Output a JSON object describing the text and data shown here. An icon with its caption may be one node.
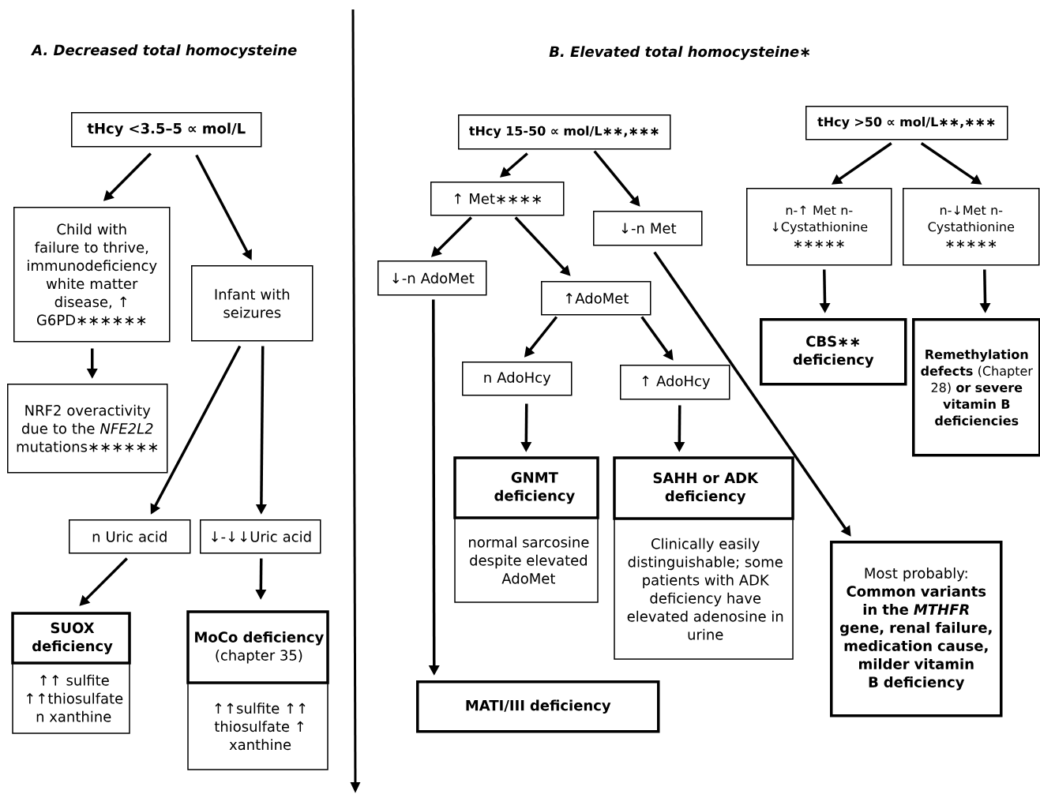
{
  "diagram": {
    "nodes": [
      {
        "text": [
          "tHcy <3.5–5 ∝ mol/L"
        ]
      },
      {
        "text": [
          "Child with failure to thrive, immunodeficiency white matter disease, ↑ G6PD∗∗∗∗∗∗"
        ]
      },
      {
        "text": [
          "Infant with seizures"
        ]
      },
      {
        "text": [
          "NRF2 overactivity due to the *NFE2L2* mutations∗∗∗∗∗∗"
        ]
      },
      {
        "text": [
          "n Uric acid"
        ]
      },
      {
        "text": [
          "↓-↓↓Uric acid"
        ]
      },
      {
        "text": [
          "SUOX deficiency",
          "↑↑ sulfite ↑↑thiosulfate n xanthine"
        ]
      },
      {
        "text": [
          "**MoCo deficiency** (chapter 35)",
          "↑↑sulfite ↑↑ thiosulfate ↑ xanthine"
        ]
      },
      {
        "text": [
          "tHcy 15-50 ∝ mol/L∗∗,∗∗∗"
        ]
      },
      {
        "text": [
          "tHcy >50 ∝ mol/L∗∗,∗∗∗"
        ]
      },
      {
        "text": [
          "↑ Met∗∗∗∗"
        ]
      },
      {
        "text": [
          "↓-n Met"
        ]
      },
      {
        "text": [
          "n-↑ Met n-↓Cystathionine ∗∗∗∗∗"
        ]
      },
      {
        "text": [
          "n-↓Met n-Cystathionine ∗∗∗∗∗"
        ]
      },
      {
        "text": [
          "↓-n AdoMet"
        ]
      },
      {
        "text": [
          "↑AdoMet"
        ]
      },
      {
        "text": [
          "CBS∗∗ deficiency"
        ]
      },
      {
        "text": [
          "**Remethylation defects** (Chapter 28) **or severe vitamin B deficiencies**"
        ]
      },
      {
        "text": [
          "n AdoHcy"
        ]
      },
      {
        "text": [
          "↑ AdoHcy"
        ]
      },
      {
        "text": [
          "GNMT deficiency",
          "normal sarcosine despite elevated AdoMet"
        ]
      },
      {
        "text": [
          "SAHH or ADK deficiency",
          "Clinically easily distinguishable; some patients with ADK deficiency have elevated adenosine in urine"
        ]
      },
      {
        "text": [
          "Most probably:",
          "Common variants in the *MTHFR* gene, renal failure, medication cause, milder vitamin B deficiency"
        ]
      },
      {
        "text": [
          "MATI/III deficiency"
        ]
      }
    ],
    "edges": [
      {
        "from": 0,
        "to": 1,
        "arrow": "to"
      },
      {
        "from": 0,
        "to": 2,
        "arrow": "to"
      },
      {
        "from": 1,
        "to": 3,
        "arrow": "to"
      },
      {
        "from": 2,
        "to": 4,
        "arrow": "to"
      },
      {
        "from": 2,
        "to": 5,
        "arrow": "to"
      },
      {
        "from": 4,
        "to": 6,
        "arrow": "to"
      },
      {
        "from": 5,
        "to": 7,
        "arrow": "to"
      },
      {
        "from": 8,
        "to": 10,
        "arrow": "to"
      },
      {
        "from": 8,
        "to": 11,
        "arrow": "to"
      },
      {
        "from": 10,
        "to": 14,
        "arrow": "to"
      },
      {
        "from": 10,
        "to": 15,
        "arrow": "to"
      },
      {
        "from": 11,
        "to": 22,
        "arrow": "to"
      },
      {
        "from": 14,
        "to": 23,
        "arrow": "to"
      },
      {
        "from": 15,
        "to": 18,
        "arrow": "to"
      },
      {
        "from": 15,
        "to": 19,
        "arrow": "to"
      },
      {
        "from": 18,
        "to": 20,
        "arrow": "to"
      },
      {
        "from": 19,
        "to": 21,
        "arrow": "to"
      },
      {
        "from": 9,
        "to": 12,
        "arrow": "to"
      },
      {
        "from": 9,
        "to": 13,
        "arrow": "to"
      },
      {
        "from": 12,
        "to": 16,
        "arrow": "to"
      },
      {
        "from": 13,
        "to": 17,
        "arrow": "to"
      }
    ],
    "labels": [
      "A. Decreased total homocysteine",
      "B. Elevated total homocysteine∗"
    ]
  }
}
